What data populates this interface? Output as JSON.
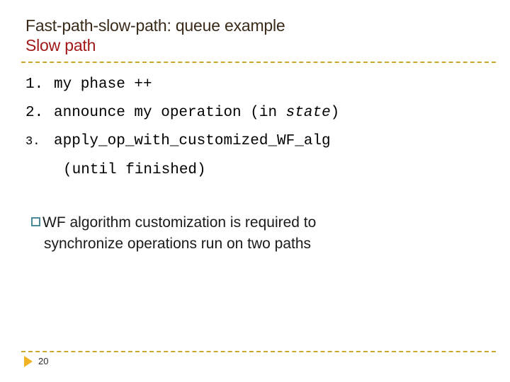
{
  "slide": {
    "title": "Fast-path-slow-path: queue example",
    "subtitle": "Slow path",
    "title_color": "#3a2a1a",
    "subtitle_color": "#a01818",
    "divider_color": "#c9a92b",
    "bullet_marker_color": "#4a8a96",
    "footer_triangle_color": "#f0b323"
  },
  "steps": [
    {
      "number": "1.",
      "text": "my phase ++",
      "text_before_italic": "my phase ++",
      "italic": "",
      "text_after_italic": ""
    },
    {
      "number": "2.",
      "text": "announce my operation (in state)",
      "text_before_italic": "announce my operation (in ",
      "italic": "state",
      "text_after_italic": ")"
    },
    {
      "number": "3.",
      "text": "apply_op_with_customized_WF_alg",
      "text_before_italic": "apply_op_with_customized_WF_alg",
      "italic": "",
      "text_after_italic": "",
      "continuation": "(until finished)"
    }
  ],
  "bullets": [
    {
      "marker": "hollow-square",
      "line1": "WF algorithm customization is required to",
      "line2": "synchronize operations run on two paths"
    }
  ],
  "footer": {
    "triangle_icon": "play-triangle-icon",
    "page_number": "20"
  }
}
